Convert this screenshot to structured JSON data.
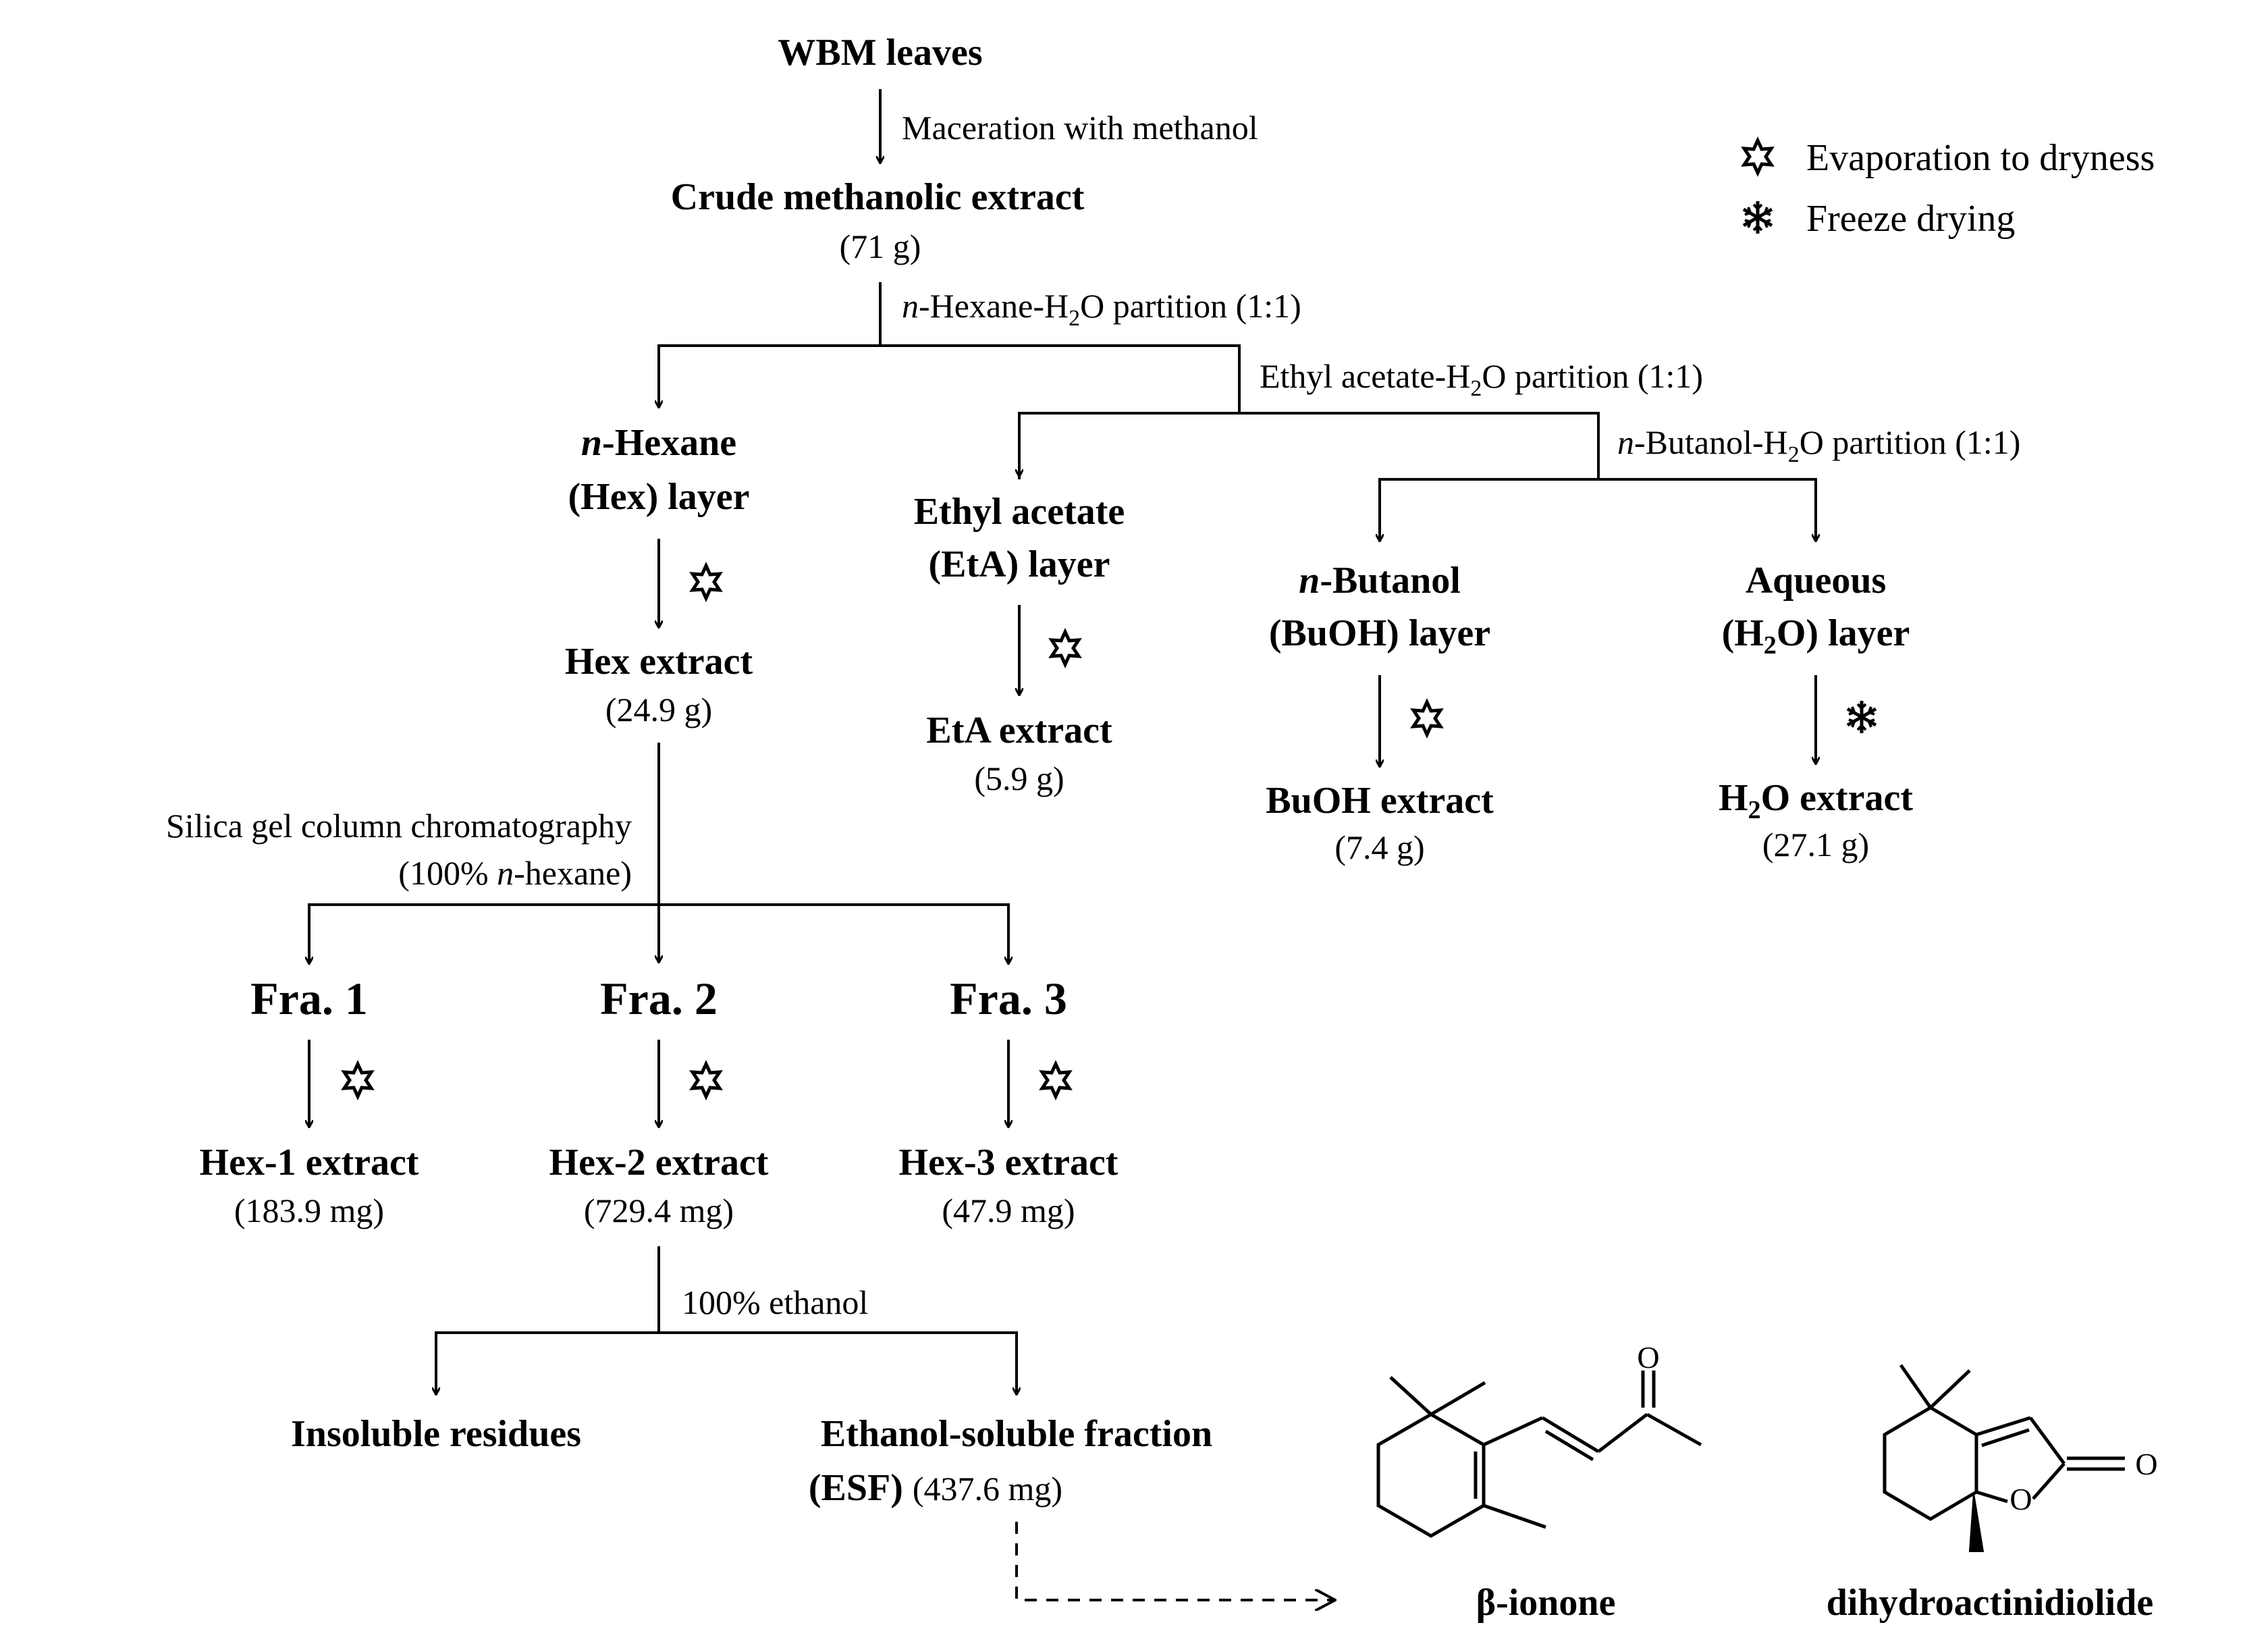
{
  "root": {
    "title": "WBM leaves",
    "step": "Maceration with methanol"
  },
  "crude": {
    "title": "Crude methanolic extract",
    "mass": "(71 g)",
    "step_pre": "-Hexane-H",
    "step_italic": "n",
    "step_sub": "2",
    "step_post": "O partition (1:1)"
  },
  "legend": {
    "evaporation": "Evaporation to dryness",
    "freeze": "Freeze drying"
  },
  "etoac_step": {
    "pre": "Ethyl acetate-H",
    "sub": "2",
    "post": "O partition (1:1)"
  },
  "buoh_step": {
    "italic": "n",
    "pre": "-Butanol-H",
    "sub": "2",
    "post": "O partition (1:1)"
  },
  "hexane_layer": {
    "italic": "n",
    "line1": "-Hexane",
    "line2": "(Hex) layer",
    "extract": "Hex extract",
    "mass": "(24.9 g)"
  },
  "eta_layer": {
    "line1": "Ethyl acetate",
    "line2": "(EtA) layer",
    "extract": "EtA extract",
    "mass": "(5.9 g)"
  },
  "buoh_layer": {
    "italic": "n",
    "line1": "-Butanol",
    "line2": "(BuOH) layer",
    "extract": "BuOH extract",
    "mass": "(7.4 g)"
  },
  "aq_layer": {
    "line1": "Aqueous",
    "line2_pre": "(H",
    "line2_sub": "2",
    "line2_post": "O) layer",
    "extract_pre": "H",
    "extract_sub": "2",
    "extract_post": "O extract",
    "mass": "(27.1 g)"
  },
  "silica": {
    "line1": "Silica gel column  chromatography",
    "line2_pre": "(100% ",
    "line2_italic": "n",
    "line2_post": "-hexane)"
  },
  "fractions": [
    {
      "title": "Fra. 1",
      "extract": "Hex-1 extract",
      "mass": "(183.9 mg)"
    },
    {
      "title": "Fra. 2",
      "extract": "Hex-2 extract",
      "mass": "(729.4 mg)"
    },
    {
      "title": "Fra. 3",
      "extract": "Hex-3 extract",
      "mass": "(47.9 mg)"
    }
  ],
  "ethanol": {
    "step": "100% ethanol",
    "insoluble": "Insoluble residues",
    "esf_line1": "Ethanol-soluble fraction",
    "esf_abbr": "(ESF)",
    "esf_mass": "(437.6 mg)"
  },
  "compounds": [
    {
      "name": "β-ionone",
      "atom": "O"
    },
    {
      "name": "dihydroactinidiolide",
      "atom_ring": "O",
      "atom_carbonyl": "O"
    }
  ],
  "icons": {
    "evaporation": "sun-icon",
    "freeze": "snowflake-icon"
  }
}
